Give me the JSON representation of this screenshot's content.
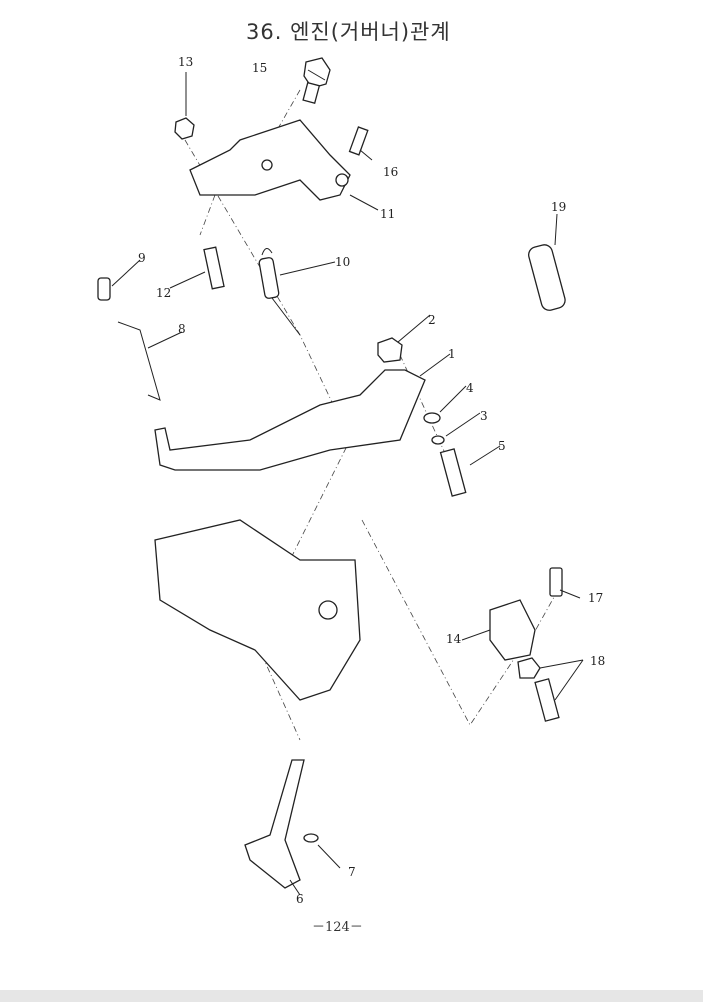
{
  "title": "36. 엔진(거버너)관계",
  "page_number": "－124－",
  "callouts": [
    "1",
    "2",
    "3",
    "4",
    "5",
    "6",
    "7",
    "8",
    "9",
    "10",
    "11",
    "12",
    "13",
    "14",
    "15",
    "16",
    "17",
    "18",
    "19"
  ]
}
